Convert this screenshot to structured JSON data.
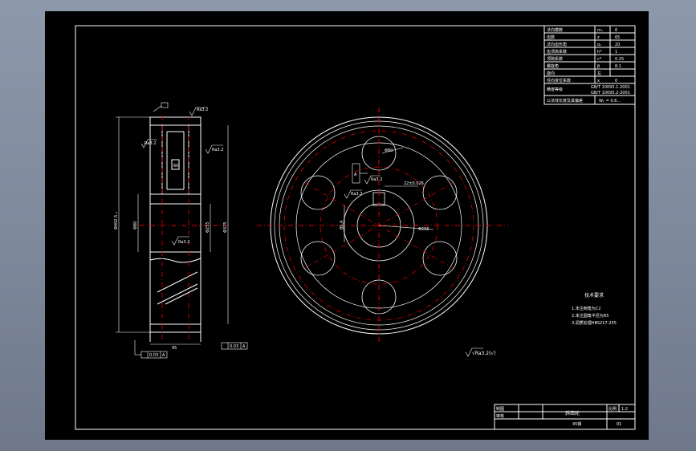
{
  "params_table": {
    "rows": [
      {
        "label": "法向模数",
        "symbol": "mₙ",
        "value": "6"
      },
      {
        "label": "齿数",
        "symbol": "z",
        "value": "65"
      },
      {
        "label": "法向齿形角",
        "symbol": "αₙ",
        "value": "20"
      },
      {
        "label": "齿顶高系数",
        "symbol": "h*",
        "value": "1"
      },
      {
        "label": "顶隙系数",
        "symbol": "c*",
        "value": "0.25"
      },
      {
        "label": "螺旋角",
        "symbol": "β",
        "value": "8.1"
      },
      {
        "label": "旋向",
        "symbol": "左",
        "value": ""
      },
      {
        "label": "径向变位系数",
        "symbol": "x",
        "value": "0"
      },
      {
        "label": "精度等级",
        "symbol": "",
        "value": "GB/T 10095.1-2001"
      },
      {
        "label": "",
        "symbol": "",
        "value": "GB/T 10095.2-2001"
      },
      {
        "label": "公法线长度及其偏差",
        "symbol": "",
        "value": "Wₖ = 0.6..."
      }
    ]
  },
  "tech_requirements": {
    "title": "技术要求",
    "items": [
      "1.未注倒角为C2",
      "2.未注圆角半径为R5",
      "3.调质处理HBS217-255"
    ]
  },
  "roughness_note": "√Ra3.2(√)",
  "title_block": {
    "part_name": "斜齿轮",
    "scale_label": "比例",
    "scale_value": "1:2",
    "material": "45钢",
    "draw_label": "制图",
    "check_label": "审核",
    "sheet_no": "01"
  },
  "side_view": {
    "tol_left": "0.03",
    "tol_left_ref": "A",
    "tol_right": "0.03",
    "tol_right_ref": "A",
    "width_dim": "95",
    "dia_outer": "Φ402.5 ₀",
    "dia_bore": "Φ80",
    "dia_hub": "Φ255",
    "dia_root": "Φ375",
    "rough_top": "Ra3.2",
    "rough_1": "Ra3.2",
    "rough_2": "Ra3.2",
    "rough_3": "Ra3.2",
    "hub_dim": "60"
  },
  "front_view": {
    "hole_dim": "Φ80",
    "keyway_dim": "22±0.026",
    "key_depth": "85.4",
    "pcd_dim": "Φ256",
    "rough_key": "Ra3.2",
    "rough_bore": "Ra3.2",
    "box_label": "A"
  }
}
